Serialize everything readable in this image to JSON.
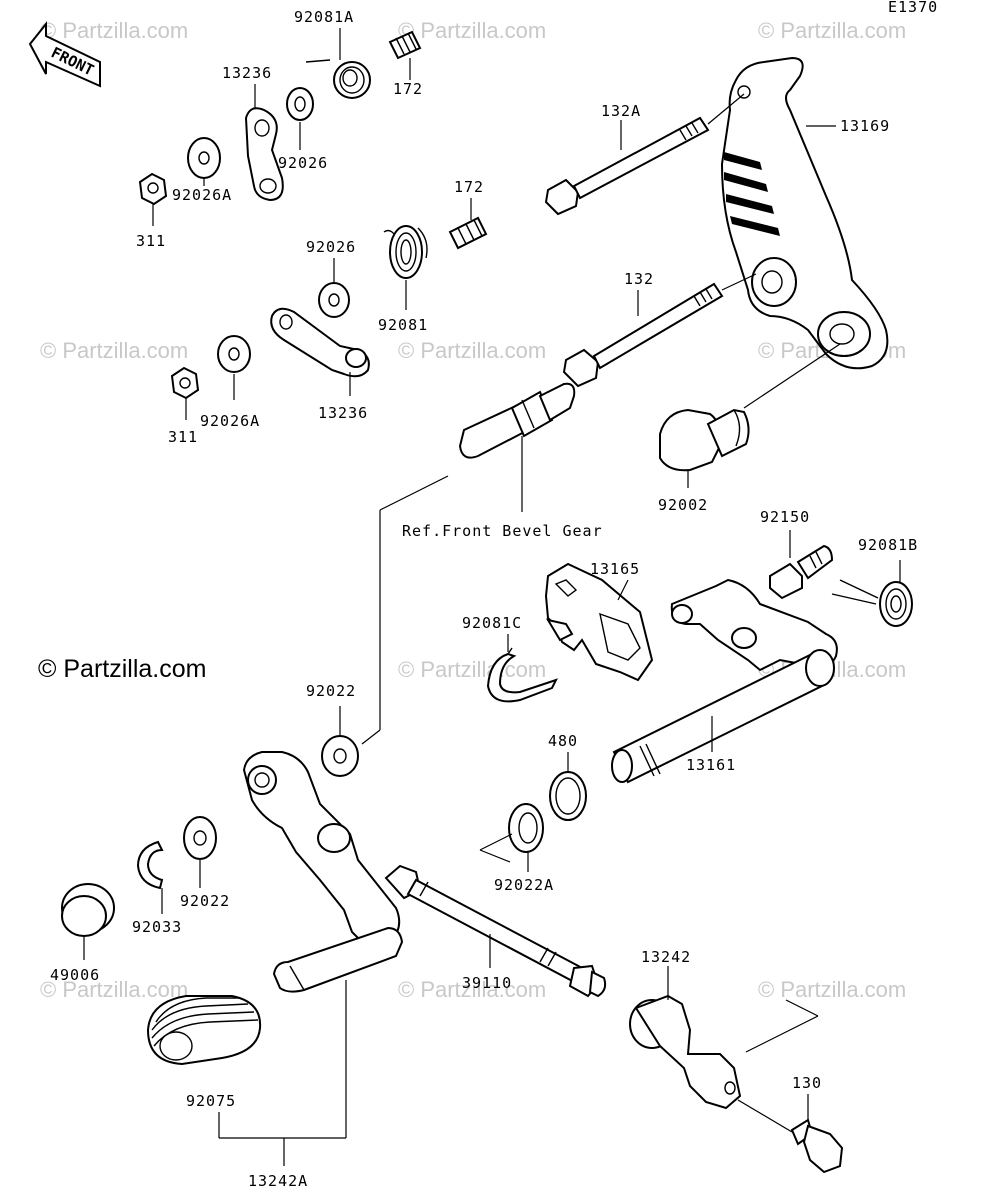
{
  "diagram_code": "E1370",
  "front_label": "FRONT",
  "watermark": "© Partzilla.com",
  "watermark_main": "© Partzilla.com",
  "reference_note": "Ref.Front Bevel Gear",
  "parts": {
    "p92081A": "92081A",
    "p172_top": "172",
    "p13236_top": "13236",
    "p92026_top": "92026",
    "p311_top": "311",
    "p92026A_top": "92026A",
    "p132A": "132A",
    "p13169": "13169",
    "p172_mid": "172",
    "p92026_mid": "92026",
    "p92081": "92081",
    "p132": "132",
    "p311_mid": "311",
    "p92026A_mid": "92026A",
    "p13236_mid": "13236",
    "p92002": "92002",
    "p92150": "92150",
    "p92081B": "92081B",
    "p13165": "13165",
    "p92081C": "92081C",
    "p92022_a": "92022",
    "p480": "480",
    "p13161": "13161",
    "p92022A": "92022A",
    "p49006": "49006",
    "p92033": "92033",
    "p92022_b": "92022",
    "p39110": "39110",
    "p13242": "13242",
    "p130": "130",
    "p92075": "92075",
    "p13242A": "13242A"
  }
}
